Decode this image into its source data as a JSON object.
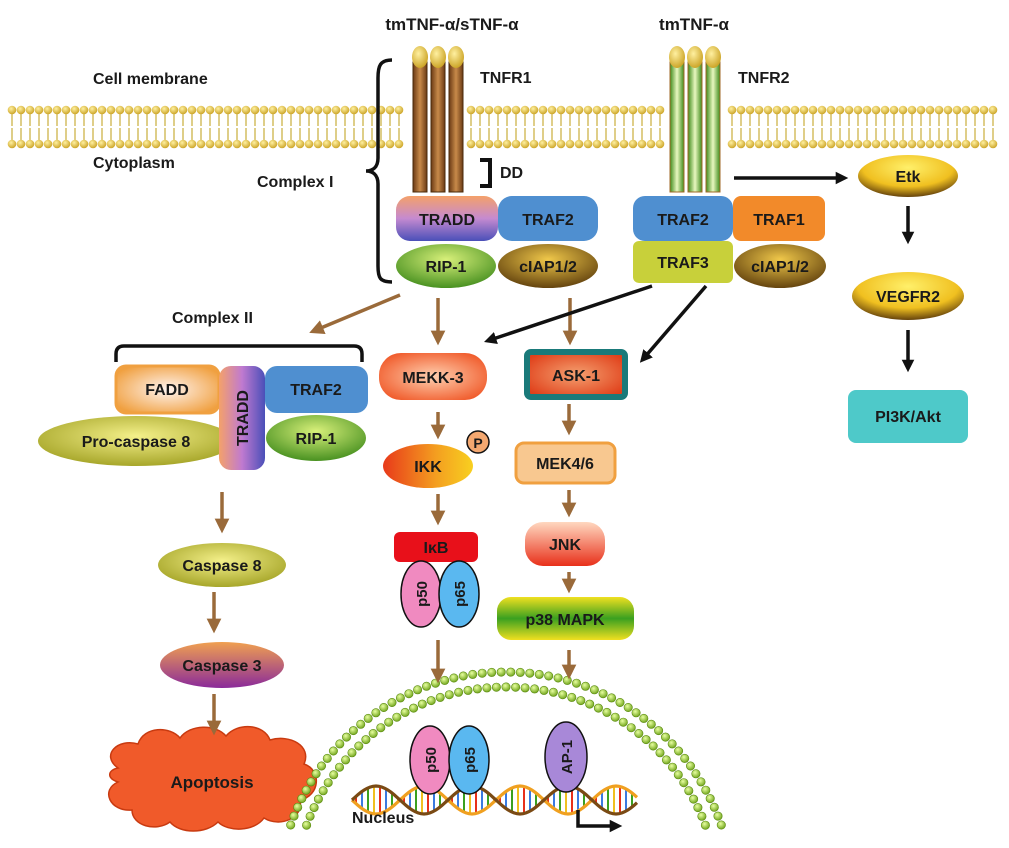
{
  "ligands": {
    "left": "tmTNF-α/sTNF-α",
    "right": "tmTNF-α"
  },
  "regions": {
    "cell_membrane": "Cell membrane",
    "cytoplasm": "Cytoplasm",
    "nucleus": "Nucleus"
  },
  "receptors": {
    "tnfr1": "TNFR1",
    "tnfr2": "TNFR2",
    "death_domain": "DD"
  },
  "complexes": {
    "complex_1": "Complex I",
    "complex_2": "Complex II"
  },
  "complex1_nodes": {
    "tradd": "TRADD",
    "traf2": "TRAF2",
    "rip1": "RIP-1",
    "ciap": "cIAP1/2"
  },
  "tnfr2_nodes": {
    "traf2": "TRAF2",
    "traf1": "TRAF1",
    "traf3": "TRAF3",
    "ciap": "cIAP1/2"
  },
  "complex2_nodes": {
    "fadd": "FADD",
    "tradd": "TRADD",
    "traf2": "TRAF2",
    "procaspase8": "Pro-caspase 8",
    "rip1": "RIP-1"
  },
  "apoptosis_path": {
    "caspase8": "Caspase 8",
    "caspase3": "Caspase 3",
    "apoptosis": "Apoptosis"
  },
  "nfkb_path": {
    "mekk3": "MEKK-3",
    "ikk": "IKK",
    "phospho": "P",
    "ikb": "IκB",
    "p50": "p50",
    "p65": "p65"
  },
  "mapk_path": {
    "ask1": "ASK-1",
    "mek46": "MEK4/6",
    "jnk": "JNK",
    "p38": "p38 MAPK"
  },
  "etk_path": {
    "etk": "Etk",
    "vegfr2": "VEGFR2",
    "pi3k": "PI3K/Akt"
  },
  "nucleus_factors": {
    "p50": "p50",
    "p65": "p65",
    "ap1": "AP-1"
  },
  "colors": {
    "brown_arrow": "#9a6a3a",
    "black_arrow": "#111111",
    "tradd": "#e58a5a",
    "traf_blue": "#4f8fd0",
    "traf1_orange": "#f28a2a",
    "traf3_olive": "#c8d03a",
    "pi3k_teal": "#4ec9c9",
    "apoptosis_red": "#f05a2a",
    "membrane_head": "#c9ad3a",
    "nucleus_green": "#9ac83a"
  }
}
